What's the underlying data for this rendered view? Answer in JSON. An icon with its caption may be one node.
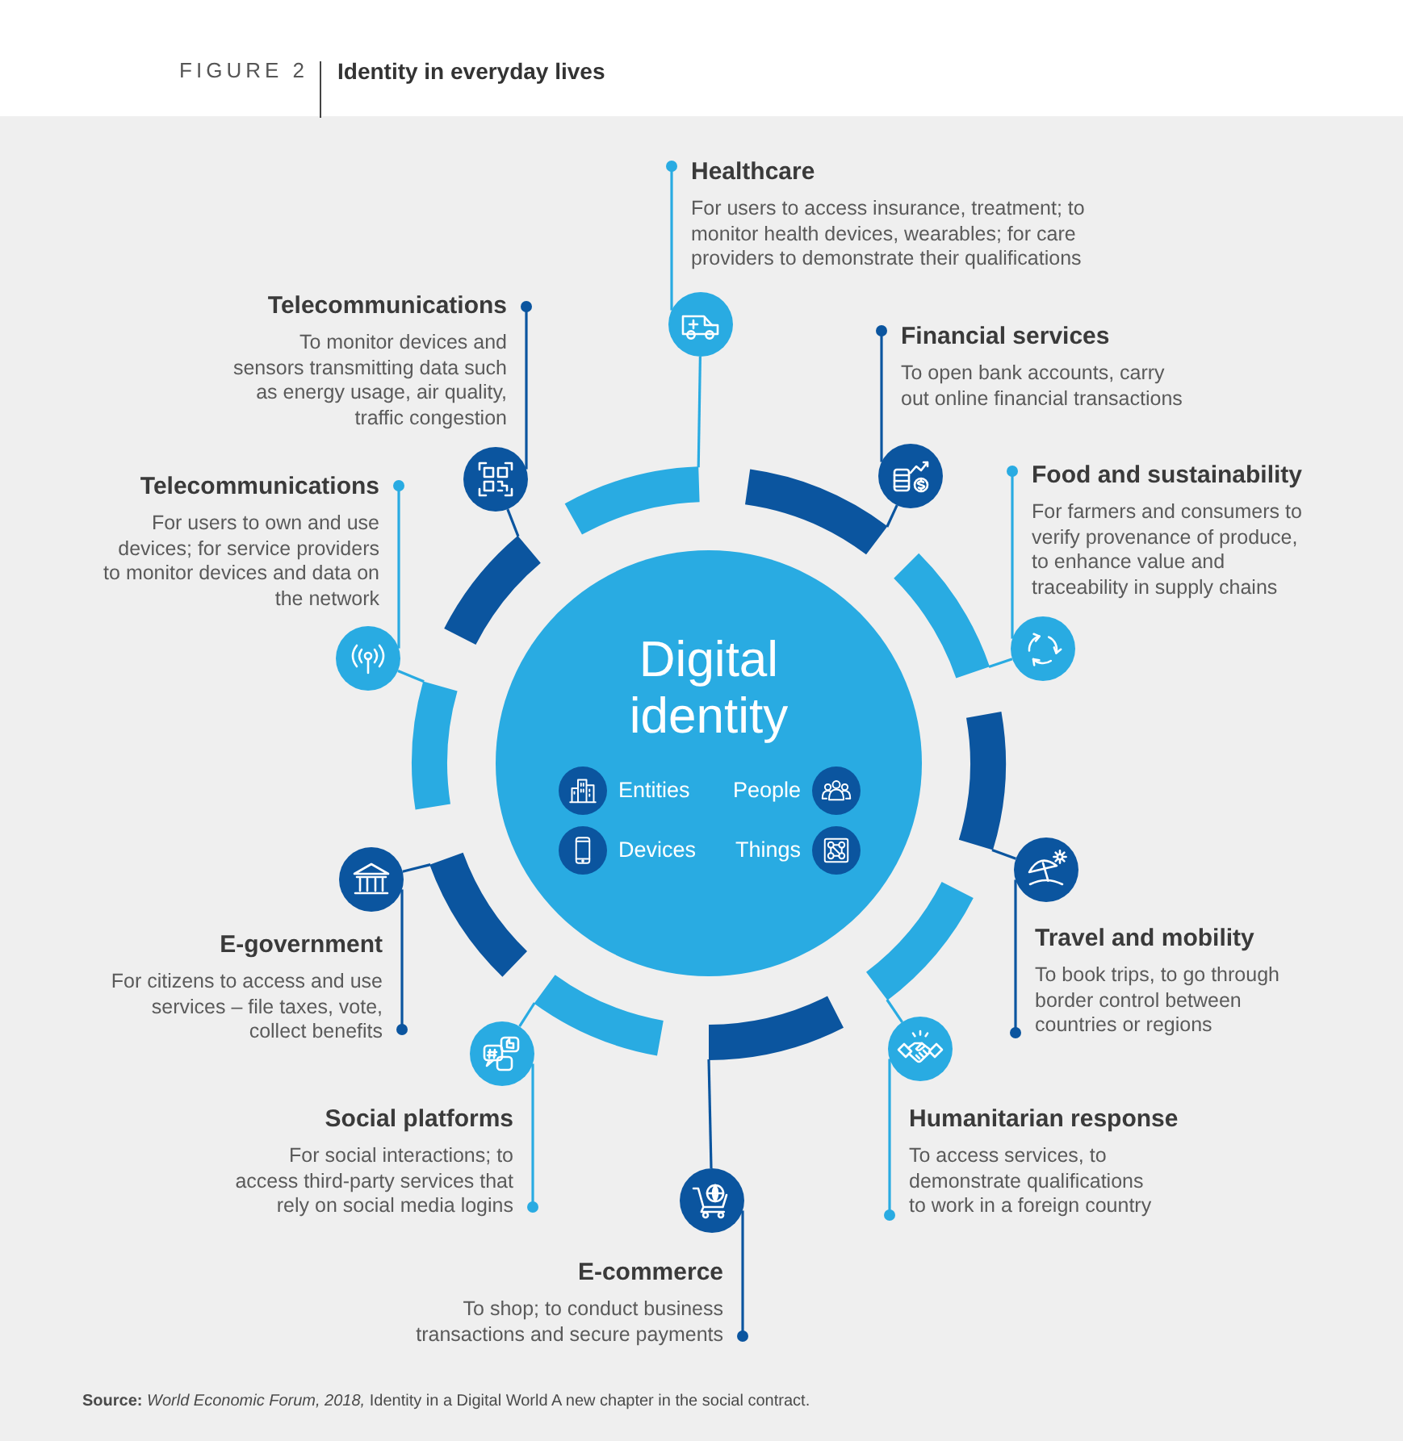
{
  "diagram": {
    "title": "Identity in everyday lives",
    "caption": "**Source:** *World Economic Forum, 2018,* Identity in a Digital World A new chapter in the social contract.",
    "nodes": [
      {
        "text": [
          "Digital identity"
        ]
      },
      {
        "text": [
          "Entities"
        ],
        "in": 0
      },
      {
        "text": [
          "People"
        ],
        "in": 0
      },
      {
        "text": [
          "Devices"
        ],
        "in": 0
      },
      {
        "text": [
          "Things"
        ],
        "in": 0
      },
      {
        "text": [
          "Healthcare",
          "For users to access insurance, treatment; to monitor health devices, wearables; for care providers to demonstrate their qualifications"
        ]
      },
      {
        "text": [],
        "shape": "circle"
      },
      {
        "text": [],
        "shape": "arc"
      },
      {
        "text": [
          "Financial services",
          "To open bank accounts, carry out online financial transactions"
        ]
      },
      {
        "text": [],
        "shape": "circle"
      },
      {
        "text": [],
        "shape": "arc"
      },
      {
        "text": [
          "Food and sustainability",
          "For farmers and consumers to verify provenance of produce, to enhance value and traceability in supply chains"
        ]
      },
      {
        "text": [],
        "shape": "circle"
      },
      {
        "text": [],
        "shape": "arc"
      },
      {
        "text": [
          "Travel and mobility",
          "To book trips, to go through border control between countries or regions"
        ]
      },
      {
        "text": [],
        "shape": "circle"
      },
      {
        "text": [],
        "shape": "arc"
      },
      {
        "text": [
          "Humanitarian response",
          "To access services, to demonstrate qualifications to work in a foreign country"
        ]
      },
      {
        "text": [],
        "shape": "circle"
      },
      {
        "text": [],
        "shape": "arc"
      },
      {
        "text": [
          "E-commerce",
          "To shop; to conduct business transactions and secure payments"
        ]
      },
      {
        "text": [],
        "shape": "circle"
      },
      {
        "text": [],
        "shape": "arc"
      },
      {
        "text": [
          "Social platforms",
          "For social interactions; to access third-party services that rely on social media logins"
        ]
      },
      {
        "text": [],
        "shape": "circle"
      },
      {
        "text": [],
        "shape": "arc"
      },
      {
        "text": [
          "E-government",
          "For citizens to access and use services – file taxes, vote, collect benefits"
        ]
      },
      {
        "text": [],
        "shape": "circle"
      },
      {
        "text": [],
        "shape": "arc"
      },
      {
        "text": [
          "Telecommunications",
          "For users to own and use devices; for service providers to monitor devices and data on the network"
        ]
      },
      {
        "text": [],
        "shape": "circle"
      },
      {
        "text": [],
        "shape": "arc"
      },
      {
        "text": [
          "Telecommunications",
          "To monitor devices and sensors transmitting data such as energy usage, air quality, traffic congestion"
        ]
      },
      {
        "text": [],
        "shape": "circle"
      },
      {
        "text": [],
        "shape": "arc"
      }
    ],
    "edges": [
      {
        "from": 7,
        "to": 6,
        "arrow": "none",
        "color": "#29abe2"
      },
      {
        "from": 6,
        "to": 5,
        "arrow": "other",
        "color": "#29abe2"
      },
      {
        "from": 10,
        "to": 9,
        "arrow": "none",
        "color": "#0b559f"
      },
      {
        "from": 9,
        "to": 8,
        "arrow": "other",
        "color": "#0b559f"
      },
      {
        "from": 13,
        "to": 12,
        "arrow": "none",
        "color": "#29abe2"
      },
      {
        "from": 12,
        "to": 11,
        "arrow": "other",
        "color": "#29abe2"
      },
      {
        "from": 16,
        "to": 15,
        "arrow": "none",
        "color": "#0b559f"
      },
      {
        "from": 15,
        "to": 14,
        "arrow": "other",
        "color": "#0b559f"
      },
      {
        "from": 19,
        "to": 18,
        "arrow": "none",
        "color": "#29abe2"
      },
      {
        "from": 18,
        "to": 17,
        "arrow": "other",
        "color": "#29abe2"
      },
      {
        "from": 22,
        "to": 21,
        "arrow": "none",
        "color": "#0b559f"
      },
      {
        "from": 21,
        "to": 20,
        "arrow": "other",
        "color": "#0b559f"
      },
      {
        "from": 25,
        "to": 24,
        "arrow": "none",
        "color": "#29abe2"
      },
      {
        "from": 24,
        "to": 23,
        "arrow": "other",
        "color": "#29abe2"
      },
      {
        "from": 28,
        "to": 27,
        "arrow": "none",
        "color": "#0b559f"
      },
      {
        "from": 27,
        "to": 26,
        "arrow": "other",
        "color": "#0b559f"
      },
      {
        "from": 31,
        "to": 30,
        "arrow": "none",
        "color": "#29abe2"
      },
      {
        "from": 30,
        "to": 29,
        "arrow": "other",
        "color": "#29abe2"
      },
      {
        "from": 34,
        "to": 33,
        "arrow": "none",
        "color": "#0b559f"
      },
      {
        "from": 33,
        "to": 32,
        "arrow": "other",
        "color": "#0b559f"
      }
    ],
    "labels": [
      "FIGURE 2"
    ]
  }
}
